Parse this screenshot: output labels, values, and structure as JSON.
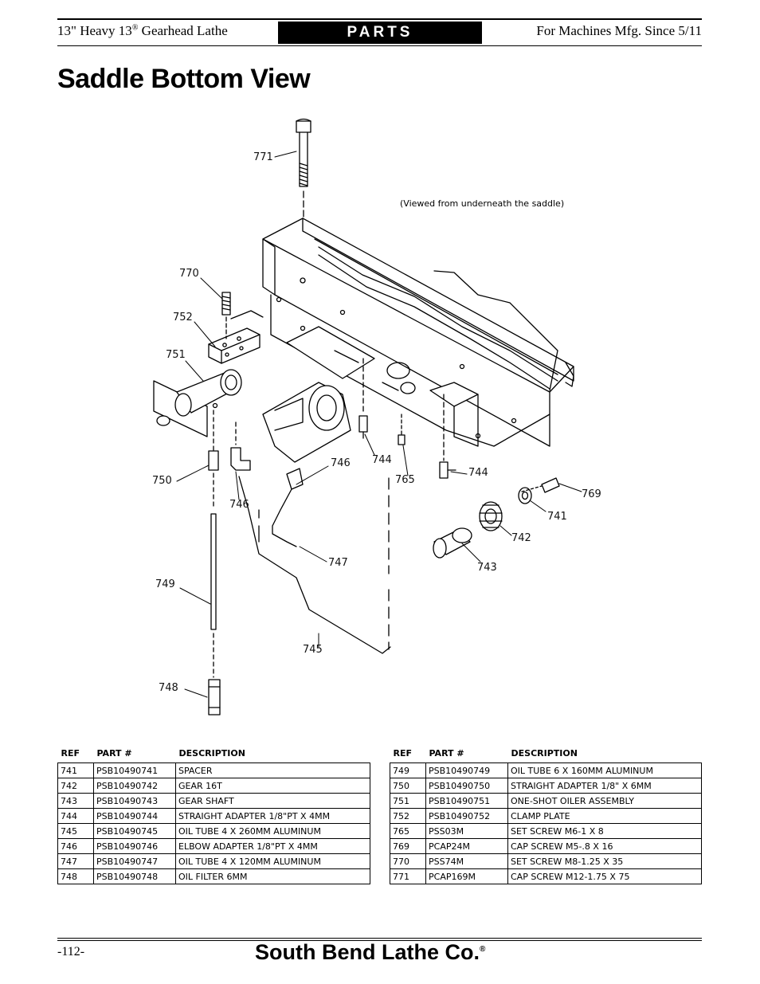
{
  "header": {
    "left_prefix": "13\" Heavy 13",
    "left_reg": "®",
    "left_suffix": " Gearhead Lathe",
    "section": "PARTS",
    "right": "For Machines Mfg. Since 5/11"
  },
  "title": "Saddle Bottom View",
  "diagram": {
    "note": "(Viewed from underneath the saddle)",
    "callouts": {
      "c771": "771",
      "c770": "770",
      "c752": "752",
      "c751": "751",
      "c750": "750",
      "c746a": "746",
      "c746b": "746",
      "c744a": "744",
      "c744b": "744",
      "c765": "765",
      "c747": "747",
      "c749": "749",
      "c745": "745",
      "c748": "748",
      "c769": "769",
      "c741": "741",
      "c742": "742",
      "c743": "743"
    }
  },
  "parts_table": {
    "headers": {
      "ref": "REF",
      "part": "PART #",
      "desc": "DESCRIPTION"
    },
    "left": [
      {
        "ref": "741",
        "part": "PSB10490741",
        "desc": "SPACER"
      },
      {
        "ref": "742",
        "part": "PSB10490742",
        "desc": "GEAR 16T"
      },
      {
        "ref": "743",
        "part": "PSB10490743",
        "desc": "GEAR SHAFT"
      },
      {
        "ref": "744",
        "part": "PSB10490744",
        "desc": "STRAIGHT ADAPTER 1/8\"PT X 4MM"
      },
      {
        "ref": "745",
        "part": "PSB10490745",
        "desc": "OIL TUBE 4 X 260MM ALUMINUM"
      },
      {
        "ref": "746",
        "part": "PSB10490746",
        "desc": "ELBOW ADAPTER 1/8\"PT X 4MM"
      },
      {
        "ref": "747",
        "part": "PSB10490747",
        "desc": "OIL TUBE 4 X 120MM ALUMINUM"
      },
      {
        "ref": "748",
        "part": "PSB10490748",
        "desc": "OIL FILTER 6MM"
      }
    ],
    "right": [
      {
        "ref": "749",
        "part": "PSB10490749",
        "desc": "OIL TUBE 6 X 160MM ALUMINUM"
      },
      {
        "ref": "750",
        "part": "PSB10490750",
        "desc": "STRAIGHT ADAPTER 1/8\" X 6MM"
      },
      {
        "ref": "751",
        "part": "PSB10490751",
        "desc": "ONE-SHOT OILER ASSEMBLY"
      },
      {
        "ref": "752",
        "part": "PSB10490752",
        "desc": "CLAMP PLATE"
      },
      {
        "ref": "765",
        "part": "PSS03M",
        "desc": "SET SCREW M6-1 X 8"
      },
      {
        "ref": "769",
        "part": "PCAP24M",
        "desc": "CAP SCREW M5-.8 X 16"
      },
      {
        "ref": "770",
        "part": "PSS74M",
        "desc": "SET SCREW M8-1.25 X 35"
      },
      {
        "ref": "771",
        "part": "PCAP169M",
        "desc": "CAP SCREW M12-1.75 X 75"
      }
    ]
  },
  "footer": {
    "page": "-112-",
    "brand": "South Bend Lathe Co.",
    "brand_mark": "®"
  }
}
